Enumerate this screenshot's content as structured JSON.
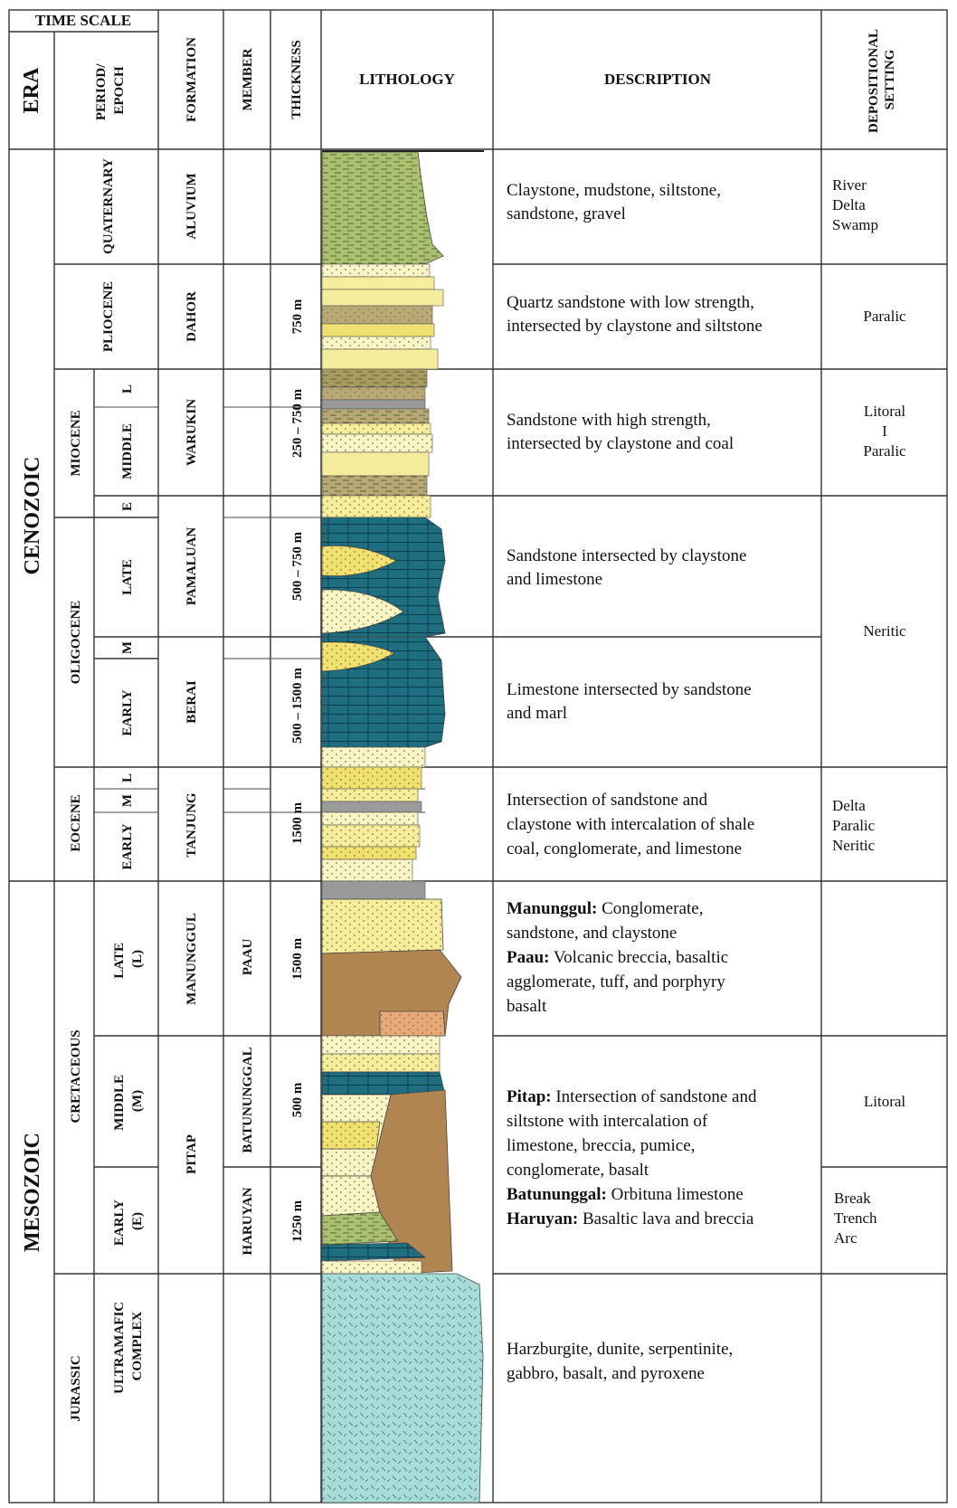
{
  "header": {
    "time_scale": "TIME SCALE",
    "era": "ERA",
    "period_epoch": "PERIOD/ EPOCH",
    "formation": "FORMATION",
    "member": "MEMBER",
    "thickness": "THICKNESS",
    "lithology": "LITHOLOGY",
    "description": "DESCRIPTION",
    "depositional_setting": "DEPOSITIONAL SETTING"
  },
  "eras": [
    "CENOZOIC",
    "MESOZOIC"
  ],
  "periods": [
    "QUATERNARY",
    "PLIOCENE",
    "MIOCENE",
    "OLIGOCENE",
    "EOCENE",
    "CRETACEOUS",
    "JURASSIC"
  ],
  "subepochs": [
    "L",
    "MIDDLE",
    "E",
    "LATE",
    "M",
    "EARLY",
    "L",
    "M",
    "EARLY",
    "LATE (L)",
    "MIDDLE (M)",
    "EARLY (E)",
    "ULTRAMAFIC COMPLEX"
  ],
  "formations": [
    "ALUVIUM",
    "DAHOR",
    "WARUKIN",
    "PAMALUAN",
    "BERAI",
    "TANJUNG",
    "MANUNGGUL",
    "PITAP"
  ],
  "members": [
    "PAAU",
    "BATUNUNGGAL",
    "HARUYAN"
  ],
  "thickness": [
    "750 m",
    "250 – 750 m",
    "500 – 750 m",
    "500 – 1500 m",
    "1500 m",
    "1500 m",
    "500 m",
    "1250 m"
  ],
  "descriptions": [
    {
      "lines": [
        {
          "t": "Claystone, mudstone, siltstone,"
        },
        {
          "t": "sandstone, gravel"
        }
      ]
    },
    {
      "lines": [
        {
          "t": "Quartz sandstone with low strength,"
        },
        {
          "t": "intersected by claystone and siltstone"
        }
      ]
    },
    {
      "lines": [
        {
          "t": "Sandstone with high strength,"
        },
        {
          "t": "intersected by claystone and coal"
        }
      ]
    },
    {
      "lines": [
        {
          "t": "Sandstone intersected by claystone"
        },
        {
          "t": "and limestone"
        }
      ]
    },
    {
      "lines": [
        {
          "t": "Limestone intersected by sandstone"
        },
        {
          "t": "and marl"
        }
      ]
    },
    {
      "lines": [
        {
          "t": "Intersection of sandstone and"
        },
        {
          "t": "claystone with intercalation of shale"
        },
        {
          "t": "coal, conglomerate, and limestone"
        }
      ]
    },
    {
      "lines": [
        {
          "b": "Manunggul:",
          "t": " Conglomerate,"
        },
        {
          "t": "sandstone, and claystone"
        },
        {
          "b": "Paau:",
          "t": " Volcanic breccia, basaltic"
        },
        {
          "t": "agglomerate, tuff, and porphyry"
        },
        {
          "t": "basalt"
        }
      ]
    },
    {
      "lines": [
        {
          "b": "Pitap:",
          "t": " Intersection of sandstone and"
        },
        {
          "t": "siltstone with intercalation of"
        },
        {
          "t": "limestone, breccia, pumice,"
        },
        {
          "t": "conglomerate, basalt"
        },
        {
          "b": "Batununggal:",
          "t": " Orbituna limestone"
        },
        {
          "b": "Haruyan:",
          "t": " Basaltic lava and breccia"
        }
      ]
    },
    {
      "lines": [
        {
          "t": "Harzburgite, dunite, serpentinite,"
        },
        {
          "t": "gabbro, basalt, and pyroxene"
        }
      ]
    }
  ],
  "settings": [
    [
      "River",
      "Delta",
      "Swamp"
    ],
    [
      "Paralic"
    ],
    [
      "Litoral",
      "I",
      "Paralic"
    ],
    [
      "Neritic"
    ],
    [
      "Delta",
      "Paralic",
      "Neritic"
    ],
    [
      "Litoral"
    ],
    [
      "Break",
      "Trench",
      "Arc"
    ]
  ],
  "lithology_colors": {
    "sandstone": "#F5ED9C",
    "light_sand": "#F8F4C8",
    "conglomerate": "#F0E070",
    "claystone": "#B8A878",
    "silt": "#A89A60",
    "green_clay": "#A8C070",
    "limestone": "#1F6E80",
    "volcanic": "#B08550",
    "tuff": "#E8A878",
    "coal": "#9A9A9A",
    "ultramafic": "#A8DCD8"
  }
}
